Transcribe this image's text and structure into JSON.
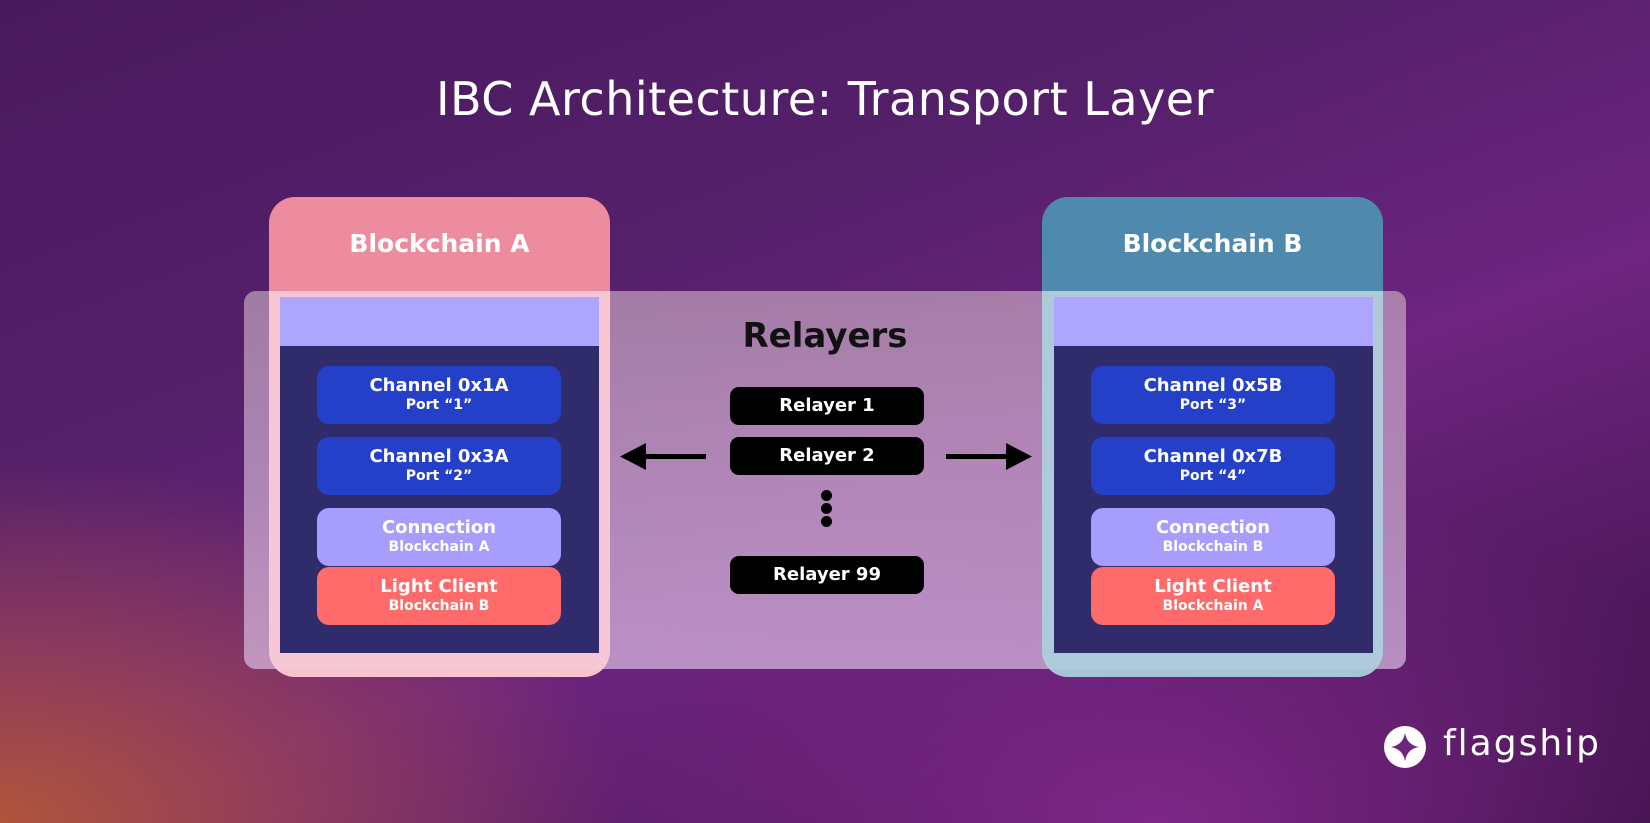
{
  "title": "IBC Architecture: Transport Layer",
  "chains": {
    "a": {
      "title": "Blockchain A",
      "color": "#ed8c9f",
      "layers": [
        {
          "type": "channel",
          "title": "Channel 0x1A",
          "subtitle": "Port “1”"
        },
        {
          "type": "channel",
          "title": "Channel 0x3A",
          "subtitle": "Port “2”"
        },
        {
          "type": "connection",
          "title": "Connection",
          "subtitle": "Blockchain A"
        },
        {
          "type": "lightclient",
          "title": "Light Client",
          "subtitle": "Blockchain B"
        }
      ]
    },
    "b": {
      "title": "Blockchain B",
      "color": "#5089ae",
      "layers": [
        {
          "type": "channel",
          "title": "Channel 0x5B",
          "subtitle": "Port “3”"
        },
        {
          "type": "channel",
          "title": "Channel 0x7B",
          "subtitle": "Port “4”"
        },
        {
          "type": "connection",
          "title": "Connection",
          "subtitle": "Blockchain B"
        },
        {
          "type": "lightclient",
          "title": "Light Client",
          "subtitle": "Blockchain A"
        }
      ]
    }
  },
  "relayers": {
    "title": "Relayers",
    "items": [
      "Relayer 1",
      "Relayer 2",
      "Relayer 99"
    ],
    "ellipsis_icon": "vertical-ellipsis",
    "arrows": [
      "arrow-left-icon",
      "arrow-right-icon"
    ]
  },
  "colors": {
    "channel": "#2540c8",
    "connection": "#a69dfd",
    "light_client": "#ff6a6a",
    "panel": "#302c6c",
    "panel_header": "#aea6fe"
  },
  "brand": {
    "name": "flagship",
    "icon": "star-in-circle-icon"
  }
}
